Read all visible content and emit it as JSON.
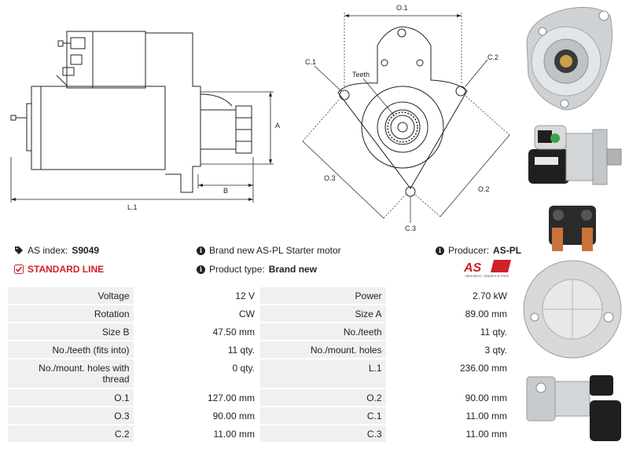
{
  "drawing": {
    "labels": {
      "o1": "O.1",
      "o2": "O.2",
      "o3": "O.3",
      "c1": "C.1",
      "c2": "C.2",
      "c3": "C.3",
      "teeth": "Teeth",
      "a": "A",
      "b": "B",
      "l1": "L.1"
    }
  },
  "info": {
    "as_index_label": "AS index:",
    "as_index_value": "S9049",
    "standard_line": "STANDARD LINE",
    "brand_text": "Brand new AS-PL Starter motor",
    "product_type_label": "Product type:",
    "product_type_value": "Brand new",
    "producer_label": "Producer:",
    "producer_value": "AS-PL",
    "logo_text": "AS",
    "logo_tagline": "Alternators, Starters & Parts"
  },
  "specs": [
    {
      "l1": "Voltage",
      "v1": "12 V",
      "l2": "Power",
      "v2": "2.70 kW"
    },
    {
      "l1": "Rotation",
      "v1": "CW",
      "l2": "Size A",
      "v2": "89.00 mm"
    },
    {
      "l1": "Size B",
      "v1": "47.50 mm",
      "l2": "No./teeth",
      "v2": "11 qty."
    },
    {
      "l1": "No./teeth (fits into)",
      "v1": "11 qty.",
      "l2": "No./mount. holes",
      "v2": "3 qty."
    },
    {
      "l1": "No./mount. holes with thread",
      "v1": "0 qty.",
      "l2": "L.1",
      "v2": "236.00 mm"
    },
    {
      "l1": "O.1",
      "v1": "127.00 mm",
      "l2": "O.2",
      "v2": "90.00 mm"
    },
    {
      "l1": "O.3",
      "v1": "90.00 mm",
      "l2": "C.1",
      "v2": "11.00 mm"
    },
    {
      "l1": "C.2",
      "v1": "11.00 mm",
      "l2": "C.3",
      "v2": "11.00 mm"
    }
  ],
  "colors": {
    "accent_red": "#d0202a",
    "cell_bg": "#f0f0f0"
  }
}
